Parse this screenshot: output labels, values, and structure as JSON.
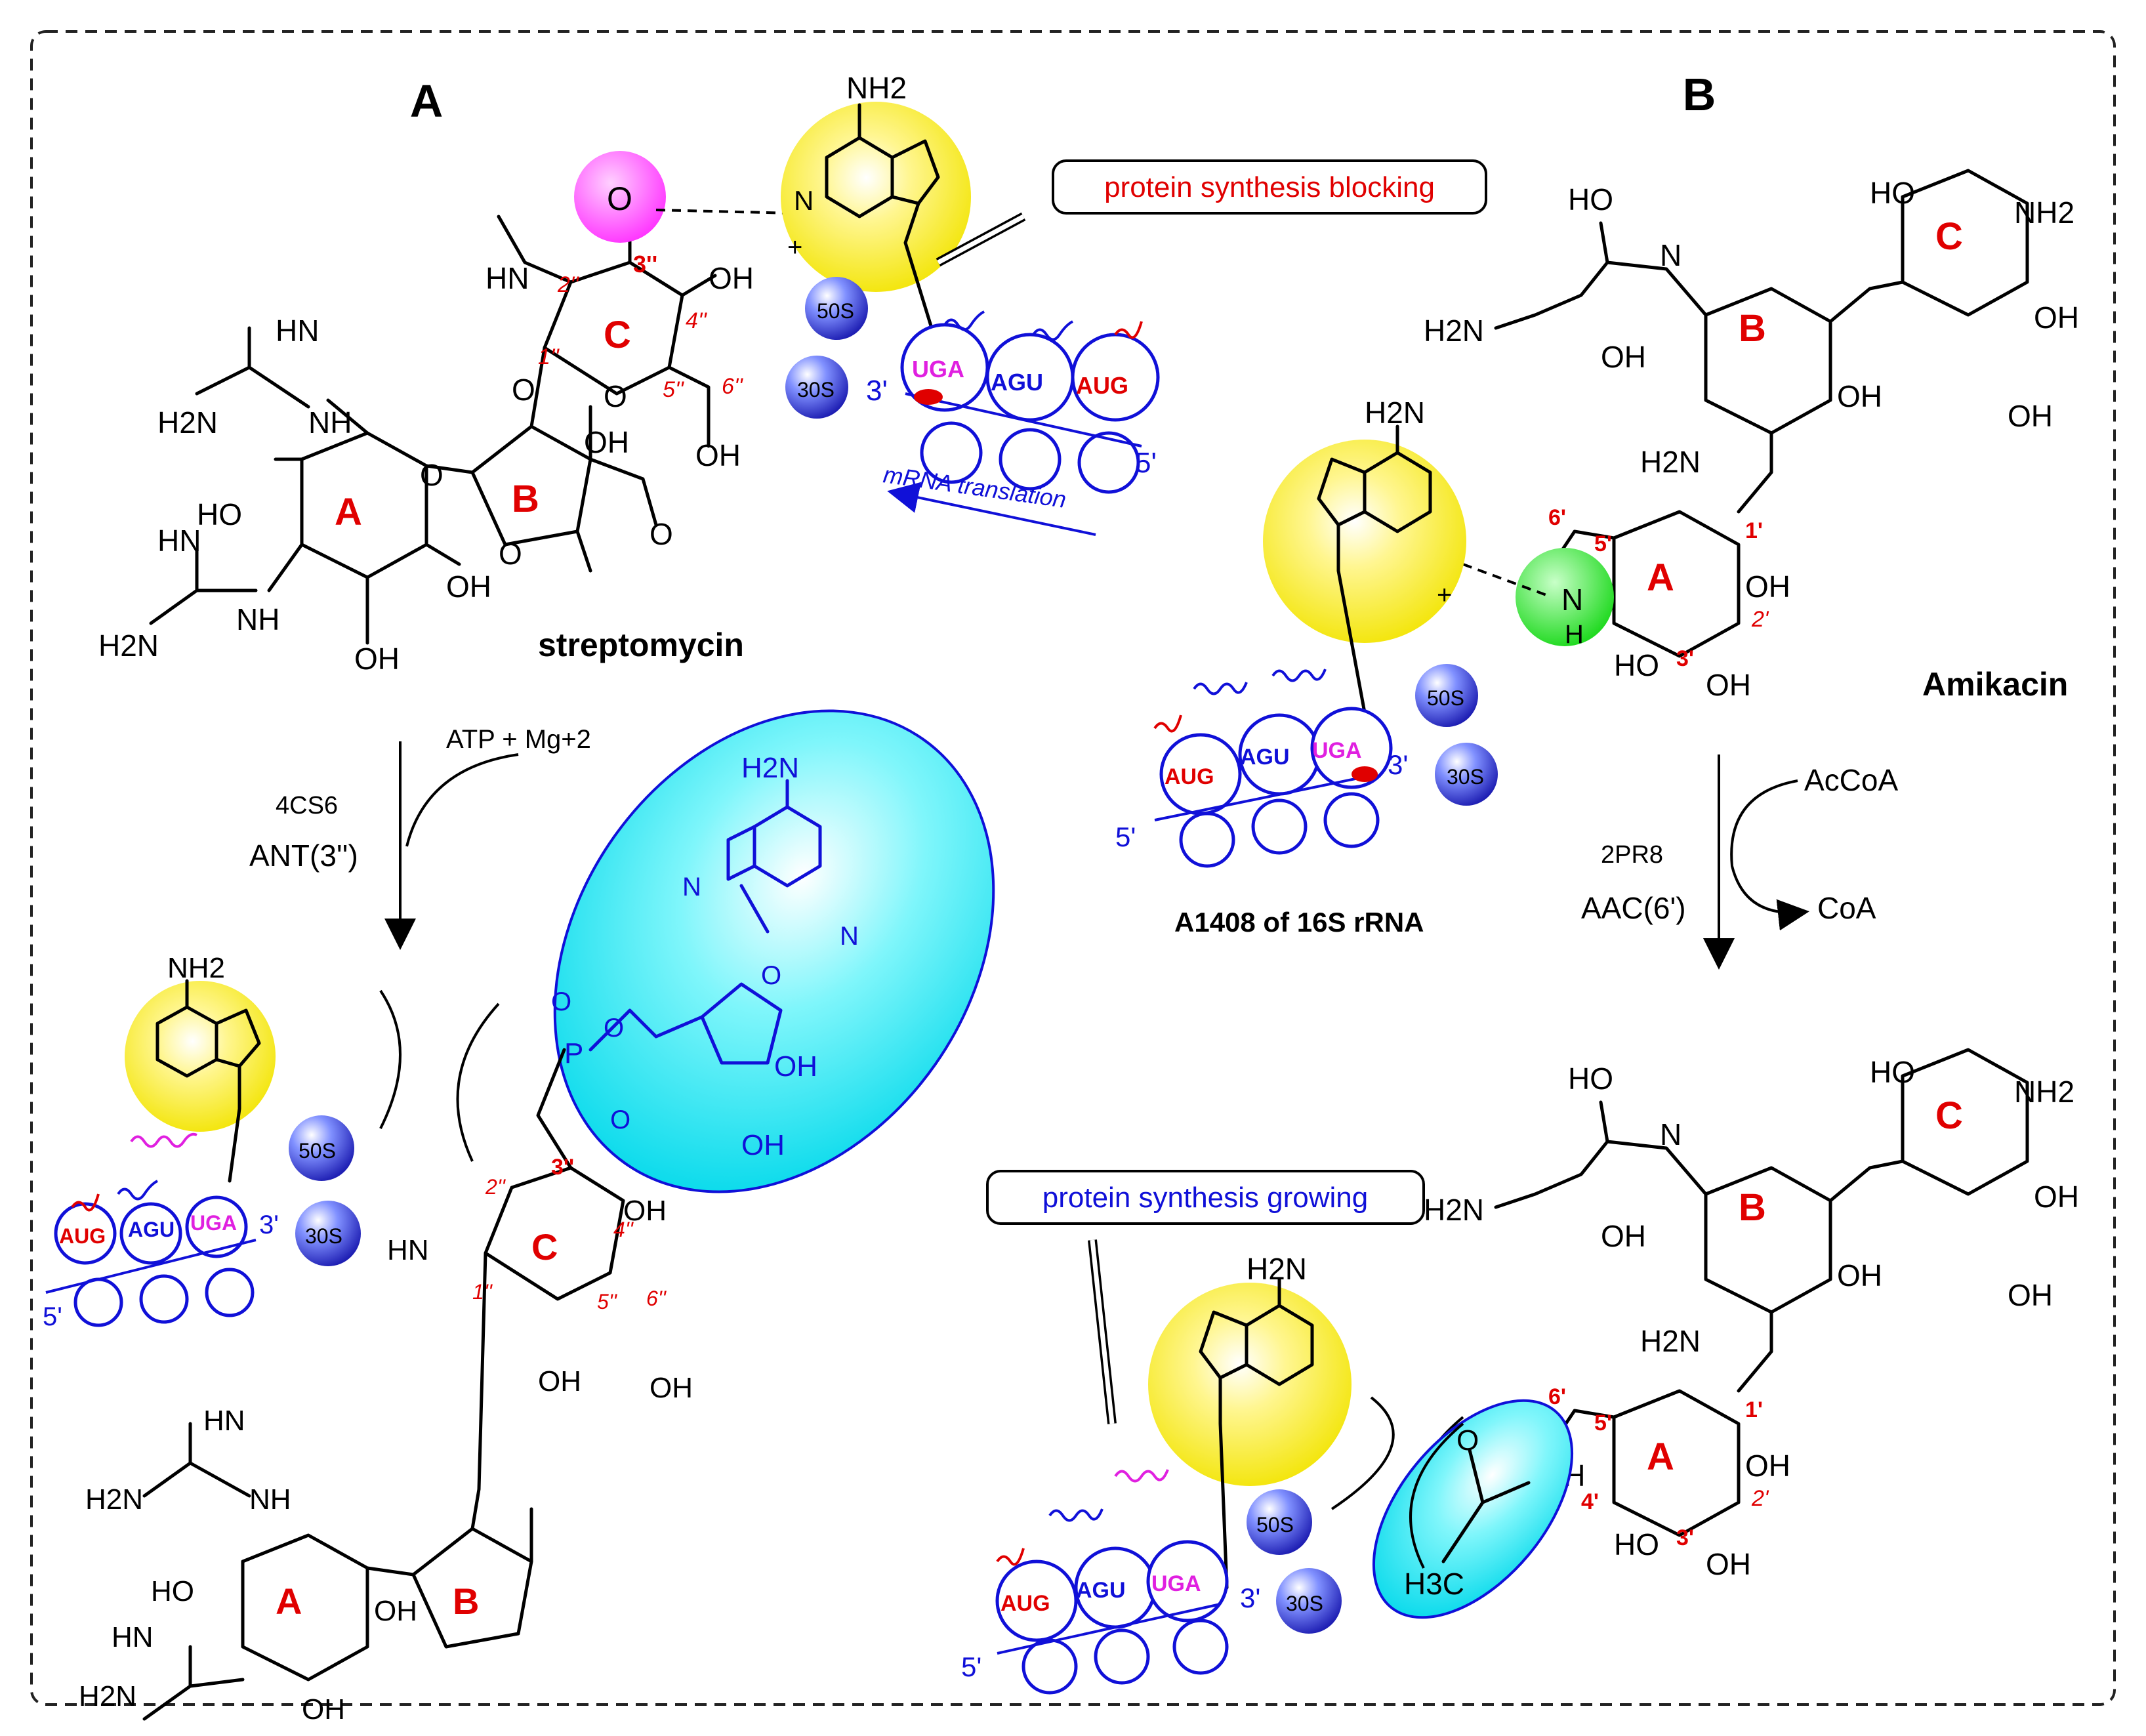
{
  "panels": {
    "a": "A",
    "b": "B"
  },
  "molecules": {
    "streptomycin": "streptomycin",
    "amikacin": "Amikacin",
    "rrna_site": "A1408 of 16S rRNA"
  },
  "rings": {
    "A": "A",
    "B": "B",
    "C": "C"
  },
  "reaction_a": {
    "cofactor": "ATP + Mg+2",
    "pdb": "4CS6",
    "enzyme": "ANT(3'')"
  },
  "reaction_b": {
    "substrate": "AcCoA",
    "product": "CoA",
    "pdb": "2PR8",
    "enzyme": "AAC(6')"
  },
  "callouts": {
    "blocking": "protein synthesis blocking",
    "growing": "protein synthesis growing"
  },
  "translation": {
    "label": "mRNA translation",
    "end3": "3'",
    "end5": "5'"
  },
  "codons": [
    "UGA",
    "AGU",
    "AUG"
  ],
  "subunits": {
    "large": "50S",
    "small": "30S"
  },
  "atoms": {
    "nh2": "NH2",
    "h2n": "H2N",
    "hn": "HN",
    "oh": "OH",
    "ho": "HO",
    "o": "O",
    "n": "N",
    "nh": "NH",
    "h": "H",
    "hn_me": "HN",
    "h3c": "H3C",
    "p": "P",
    "plus": "+"
  },
  "positions_strep": [
    "1''",
    "2''",
    "3''",
    "4''",
    "5''",
    "6''"
  ],
  "positions_amik": [
    "1'",
    "2'",
    "3'",
    "4'",
    "5'",
    "6'"
  ],
  "colors": {
    "yellow": "#ffee00",
    "cyan": "#00e8f4",
    "magenta": "#ff30ff",
    "green": "#22e022",
    "red": "#e00000",
    "blue": "#1010d8",
    "ribosome": "#3030c8"
  }
}
